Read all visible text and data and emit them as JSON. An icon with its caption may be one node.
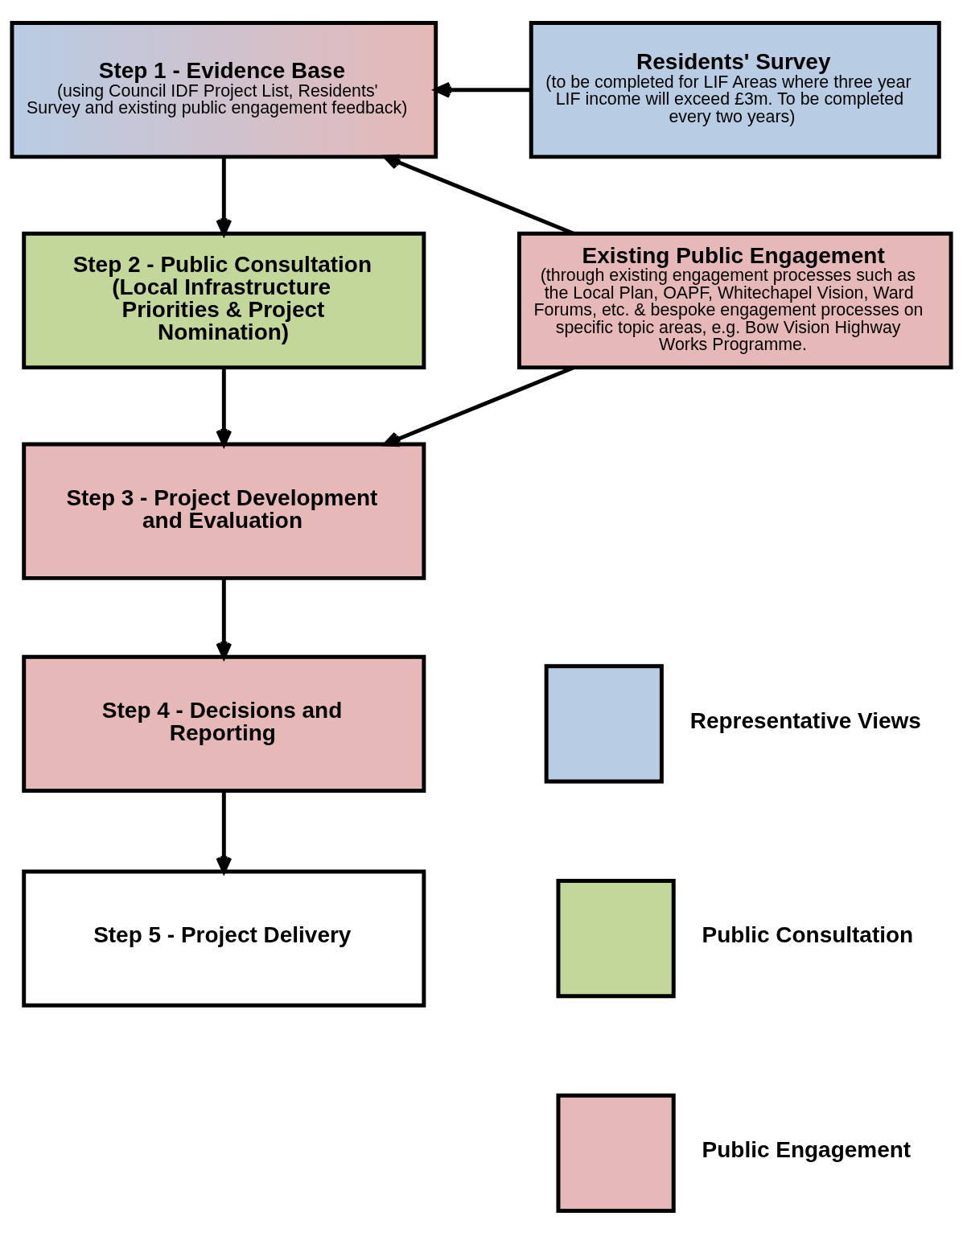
{
  "diagram": {
    "nodes": [
      {
        "text": [
          "Step 1 - Evidence Base",
          "(using Council IDF Project List, Residents' Survey and existing public engagement feedback)"
        ]
      },
      {
        "text": [
          "Residents' Survey",
          "(to be completed for LIF Areas where three year LIF income will exceed £3m. To be completed every two years)"
        ]
      },
      {
        "text": [
          "Step 2 - Public Consultation (Local Infrastructure Priorities & Project Nomination)"
        ]
      },
      {
        "text": [
          "Existing Public Engagement",
          "(through existing engagement processes such as the Local Plan, OAPF, Whitechapel Vision, Ward Forums, etc. & bespoke engagement processes on specific topic areas, e.g. Bow Vision Highway Works Programme."
        ]
      },
      {
        "text": [
          "Step 3 - Project Development and Evaluation"
        ]
      },
      {
        "text": [
          "Step 4 - Decisions and Reporting"
        ]
      },
      {
        "text": [
          "Step 5 - Project Delivery"
        ]
      }
    ],
    "edges": [
      {
        "from": 1,
        "to": 0,
        "arrow": "to"
      },
      {
        "from": 0,
        "to": 2,
        "arrow": "to"
      },
      {
        "from": 3,
        "to": 0,
        "arrow": "to"
      },
      {
        "from": 3,
        "to": 4,
        "arrow": "to"
      },
      {
        "from": 2,
        "to": 4,
        "arrow": "to"
      },
      {
        "from": 4,
        "to": 5,
        "arrow": "to"
      },
      {
        "from": 5,
        "to": 6,
        "arrow": "to"
      }
    ],
    "legend": [
      {
        "text": "Representative Views",
        "color": "#b8cce4"
      },
      {
        "text": "Public Consultation",
        "color": "#c4d79b"
      },
      {
        "text": "Public Engagement",
        "color": "#e6b8b7"
      }
    ]
  }
}
